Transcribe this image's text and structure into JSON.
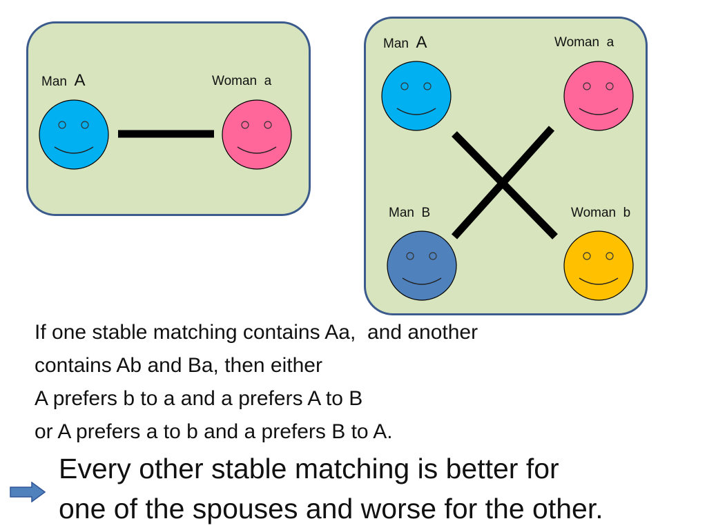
{
  "left_panel": {
    "man": {
      "prefix": "Man  ",
      "letter": "A"
    },
    "woman": {
      "text": "Woman  a"
    }
  },
  "right_panel": {
    "man_a": {
      "prefix": "Man  ",
      "letter": "A"
    },
    "woman_a": {
      "text": "Woman  a"
    },
    "man_b": {
      "text": "Man  B"
    },
    "woman_b": {
      "text": "Woman  b"
    }
  },
  "colors": {
    "panel_bg": "#d7e4bd",
    "panel_border": "#3b5b8c",
    "man_a_face": "#00b0f0",
    "woman_a_face": "#ff6699",
    "man_b_face": "#4f81bd",
    "woman_b_face": "#ffc000",
    "arrow": "#4f81bd"
  },
  "statement": {
    "line1": "If one stable matching contains Aa,  and another",
    "line2": "contains Ab and Ba, then either",
    "line3": "A prefers b to a and a prefers A to B",
    "line4": "or A prefers a to b and a prefers B to A."
  },
  "conclusion": {
    "line1": "Every other stable matching is better for",
    "line2": "one of the spouses and worse for the other."
  },
  "icons": {
    "arrow": "right-arrow-icon",
    "face": "smiley-face-icon"
  }
}
